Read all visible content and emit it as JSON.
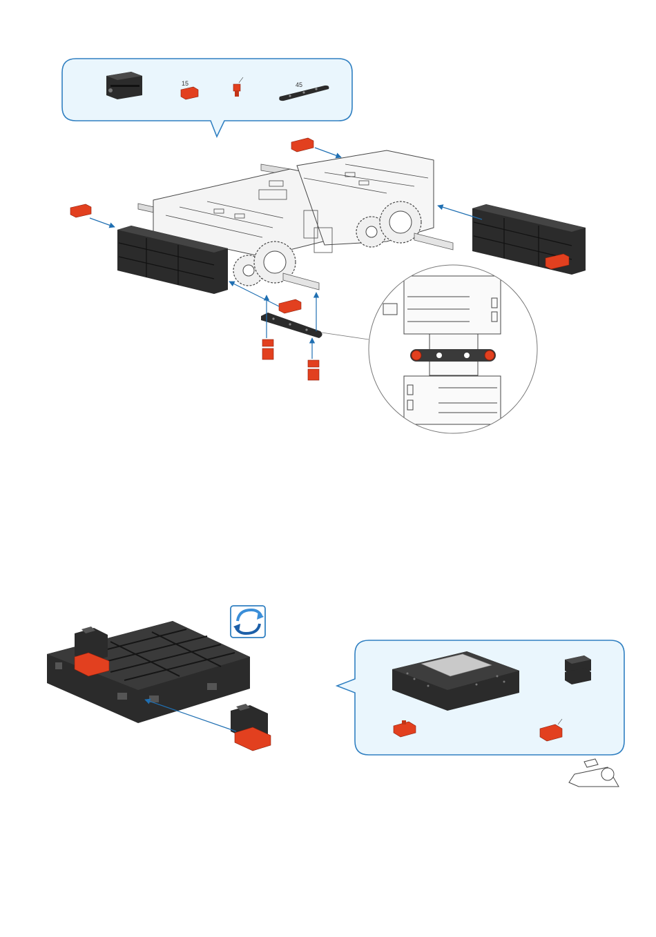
{
  "step_one": {
    "parts_callout": {
      "parts": [
        {
          "name": "building-block-30",
          "label": ""
        },
        {
          "name": "building-block-15-red",
          "label": "15"
        },
        {
          "name": "red-plug",
          "label": ""
        },
        {
          "name": "strut-45",
          "label": "45"
        }
      ]
    }
  },
  "step_two": {
    "parts_callout": {
      "parts": [
        {
          "name": "controller-board",
          "label": ""
        },
        {
          "name": "building-block-30-pair",
          "label": ""
        },
        {
          "name": "red-angle-block",
          "label": ""
        },
        {
          "name": "red-building-block",
          "label": ""
        }
      ]
    },
    "rotate_icon": "rotate-arrows-icon",
    "puzzle_icon": "puzzle-piece-icon"
  },
  "colors": {
    "callout_fill": "#eaf6fd",
    "callout_stroke": "#2f7fc1",
    "arrow": "#1f6fb2",
    "part_red": "#e2401f",
    "part_black": "#2b2b2b"
  }
}
